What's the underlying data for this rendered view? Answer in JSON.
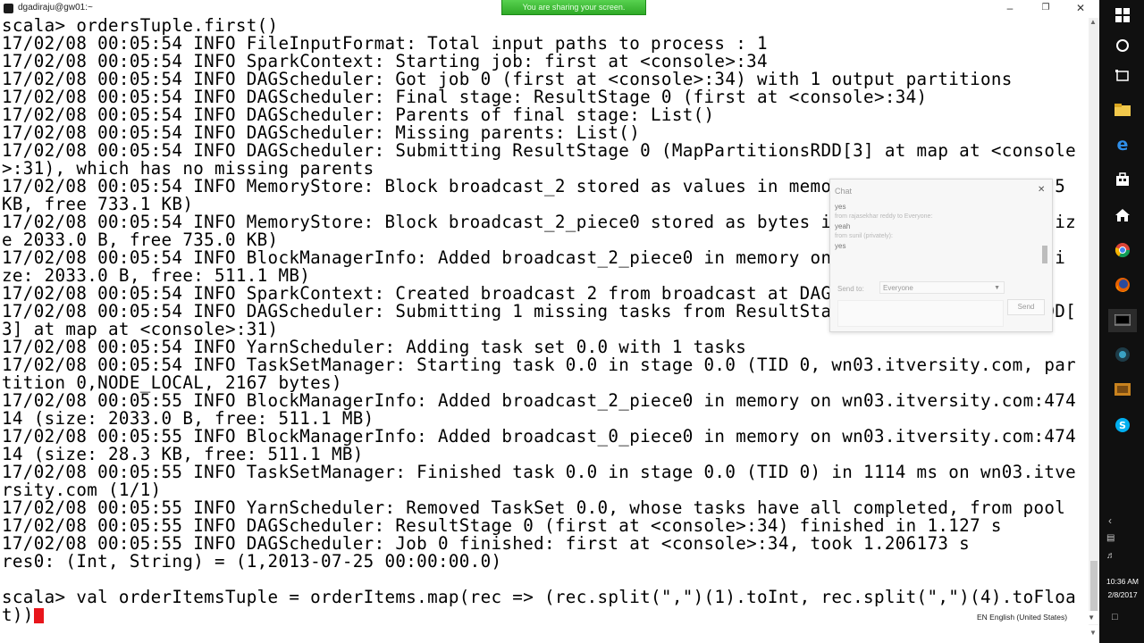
{
  "window": {
    "title": "dgadiraju@gw01:~",
    "share_banner": "You are sharing your screen."
  },
  "terminal": {
    "lines": [
      "scala> ordersTuple.first()",
      "17/02/08 00:05:54 INFO FileInputFormat: Total input paths to process : 1",
      "17/02/08 00:05:54 INFO SparkContext: Starting job: first at <console>:34",
      "17/02/08 00:05:54 INFO DAGScheduler: Got job 0 (first at <console>:34) with 1 output partitions",
      "17/02/08 00:05:54 INFO DAGScheduler: Final stage: ResultStage 0 (first at <console>:34)",
      "17/02/08 00:05:54 INFO DAGScheduler: Parents of final stage: List()",
      "17/02/08 00:05:54 INFO DAGScheduler: Missing parents: List()",
      "17/02/08 00:05:54 INFO DAGScheduler: Submitting ResultStage 0 (MapPartitionsRDD[3] at map at <console",
      ">:31), which has no missing parents",
      "17/02/08 00:05:54 INFO MemoryStore: Block broadcast_2 stored as values in memory (estimated size 3.5",
      "KB, free 733.1 KB)",
      "17/02/08 00:05:54 INFO MemoryStore: Block broadcast_2_piece0 stored as bytes in memory (estimated siz",
      "e 2033.0 B, free 735.0 KB)",
      "17/02/08 00:05:54 INFO BlockManagerInfo: Added broadcast_2_piece0 in memory on 172.16.1.100:5435 (si",
      "ze: 2033.0 B, free: 511.1 MB)",
      "17/02/08 00:05:54 INFO SparkContext: Created broadcast 2 from broadcast at DAGScheduler.scala:1006",
      "17/02/08 00:05:54 INFO DAGScheduler: Submitting 1 missing tasks from ResultStage 0 (MapPartitionsRDD[",
      "3] at map at <console>:31)",
      "17/02/08 00:05:54 INFO YarnScheduler: Adding task set 0.0 with 1 tasks",
      "17/02/08 00:05:54 INFO TaskSetManager: Starting task 0.0 in stage 0.0 (TID 0, wn03.itversity.com, par",
      "tition 0,NODE_LOCAL, 2167 bytes)",
      "17/02/08 00:05:55 INFO BlockManagerInfo: Added broadcast_2_piece0 in memory on wn03.itversity.com:474",
      "14 (size: 2033.0 B, free: 511.1 MB)",
      "17/02/08 00:05:55 INFO BlockManagerInfo: Added broadcast_0_piece0 in memory on wn03.itversity.com:474",
      "14 (size: 28.3 KB, free: 511.1 MB)",
      "17/02/08 00:05:55 INFO TaskSetManager: Finished task 0.0 in stage 0.0 (TID 0) in 1114 ms on wn03.itve",
      "rsity.com (1/1)",
      "17/02/08 00:05:55 INFO YarnScheduler: Removed TaskSet 0.0, whose tasks have all completed, from pool",
      "17/02/08 00:05:55 INFO DAGScheduler: ResultStage 0 (first at <console>:34) finished in 1.127 s",
      "17/02/08 00:05:55 INFO DAGScheduler: Job 0 finished: first at <console>:34, took 1.206173 s",
      "res0: (Int, String) = (1,2013-07-25 00:00:00.0)",
      "",
      "scala> val orderItemsTuple = orderItems.map(rec => (rec.split(\",\")(1).toInt, rec.split(\",\")(4).toFloa",
      "t))"
    ]
  },
  "chat": {
    "title": "Chat",
    "messages": [
      {
        "kind": "text",
        "text": "yes"
      },
      {
        "kind": "meta",
        "text": "from rajasekhar reddy to Everyone:"
      },
      {
        "kind": "text",
        "text": "yeah"
      },
      {
        "kind": "meta",
        "text": "from sunil (privately):"
      },
      {
        "kind": "text",
        "text": "yes"
      }
    ],
    "send_to_label": "Send to:",
    "send_to_value": "Everyone",
    "send_label": "Send"
  },
  "tray": {
    "time": "10:36 AM",
    "date": "2/8/2017",
    "language": "EN English (United States)"
  },
  "colors": {
    "cursor": "#e8151b",
    "taskbar": "#101010",
    "share_banner": "#3fbf37"
  },
  "taskbar_icons": [
    "windows-start-icon",
    "cortana-icon",
    "task-view-icon",
    "file-explorer-icon",
    "edge-icon",
    "store-icon",
    "home-icon",
    "chrome-icon",
    "firefox-icon",
    "putty-icon",
    "app-icon",
    "app-icon",
    "skype-icon"
  ]
}
